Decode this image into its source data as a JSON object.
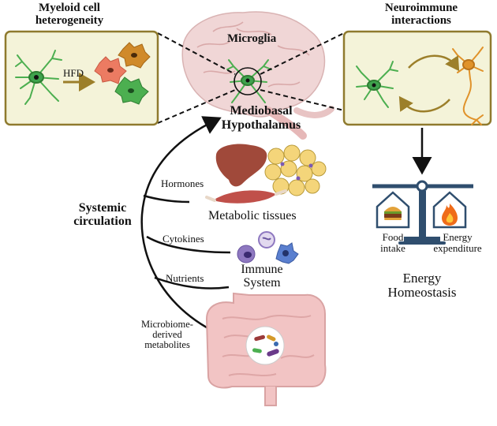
{
  "panels": {
    "myeloid": {
      "title_line1": "Myeloid cell",
      "title_line2": "heterogeneity",
      "arrow_label": "HFD"
    },
    "neuroimmune": {
      "title_line1": "Neuroimmune",
      "title_line2": "interactions"
    }
  },
  "brain": {
    "microglia_label": "Microglia",
    "region_line1": "Mediobasal",
    "region_line2": "Hypothalamus"
  },
  "circulation": {
    "title_line1": "Systemic",
    "title_line2": "circulation",
    "hormones": "Hormones",
    "cytokines": "Cytokines",
    "nutrients": "Nutrients",
    "microbiome_line1": "Microbiome-",
    "microbiome_line2": "derived",
    "microbiome_line3": "metabolites"
  },
  "tissues": {
    "metabolic": "Metabolic tissues",
    "immune_line1": "Immune",
    "immune_line2": "System"
  },
  "balance": {
    "food_line1": "Food",
    "food_line2": "intake",
    "energy_line1": "Energy",
    "energy_line2": "expenditure",
    "homeostasis_line1": "Energy",
    "homeostasis_line2": "Homeostasis"
  },
  "colors": {
    "panel_fill": "#f4f3d9",
    "panel_border": "#8f7a2e",
    "neuron_green": "#4caf50",
    "neuron_orange": "#e0922a",
    "macrophage_salmon": "#ec7b62",
    "macrophage_orange": "#d08a2a",
    "brain_pink": "#f0d6d6",
    "gut_pink": "#f2c4c4",
    "scale_navy": "#2f4e6e"
  },
  "icons": [
    "microglia-cell-icon",
    "macrophage-icon",
    "neuron-icon",
    "brain-icon",
    "liver-icon",
    "adipose-icon",
    "muscle-icon",
    "immune-cell-icon",
    "intestine-icon",
    "bacteria-icon",
    "burger-icon",
    "flame-icon",
    "balance-scale-icon",
    "house-icon"
  ]
}
